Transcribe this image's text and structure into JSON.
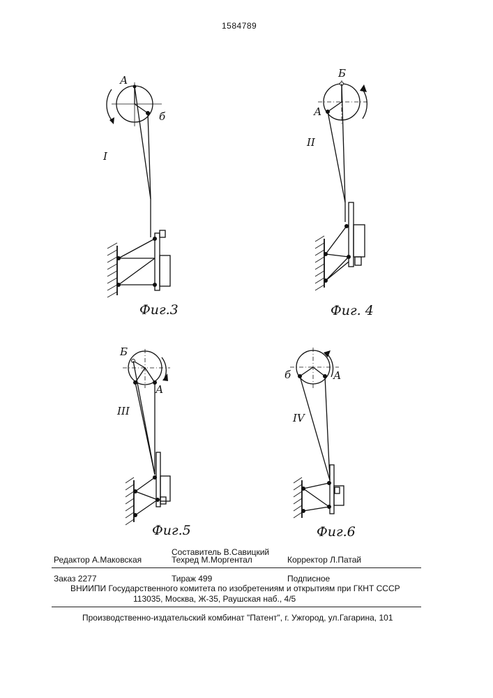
{
  "header": {
    "patent_number": "1584789"
  },
  "figures": [
    {
      "caption": "Фиг.3",
      "roman": "I",
      "label_a": "А",
      "label_b": "б"
    },
    {
      "caption": "Фиг. 4",
      "roman": "II",
      "label_a": "А",
      "label_b": "Б"
    },
    {
      "caption": "Фиг.5",
      "roman": "III",
      "label_a": "А",
      "label_b": "Б"
    },
    {
      "caption": "Фиг.6",
      "roman": "IV",
      "label_a": "А",
      "label_b": "б"
    }
  ],
  "footer": {
    "editor": "Редактор А.Маковская",
    "compiler": "Составитель В.Савицкий",
    "techred": "Техред М.Моргентал",
    "corrector": "Корректор  Л.Патай",
    "order": "Заказ 2277",
    "circulation": "Тираж 499",
    "subscription": "Подписное",
    "org_line": "ВНИИПИ Государственного комитета по изобретениям и открытиям при ГКНТ СССР",
    "address": "113035, Москва, Ж-35, Раушская наб., 4/5",
    "publisher": "Производственно-издательский комбинат \"Патент\", г. Ужгород, ул.Гагарина, 101"
  }
}
